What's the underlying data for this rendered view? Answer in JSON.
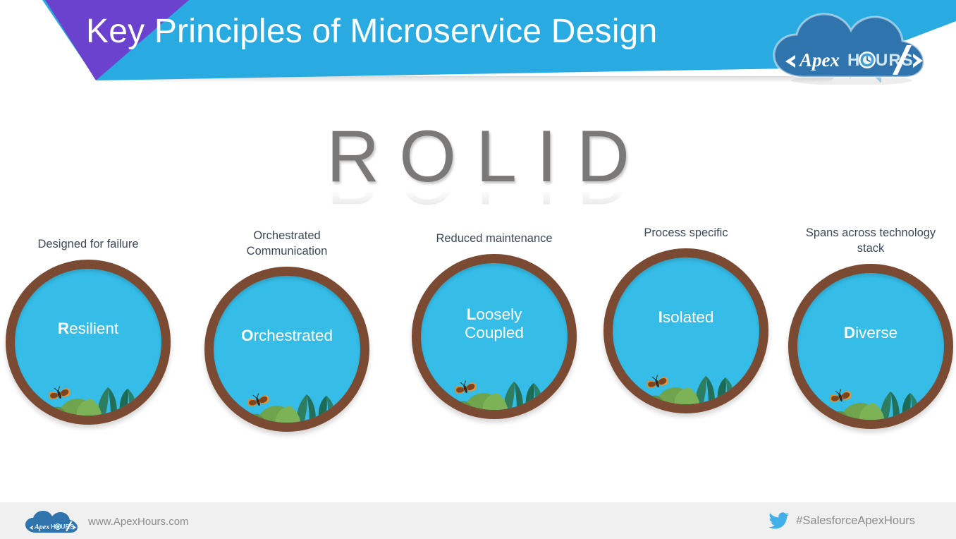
{
  "header": {
    "title": "Key Principles of Microservice Design",
    "logo_text": "<ApexHOURS/>",
    "logo_icon": "cloud-logo-icon",
    "banner_blue": "#29abe2",
    "banner_purple": "#6a42ce",
    "ray_light": "#c3e4f7",
    "ray_mid": "#a9d8ef"
  },
  "acronym": {
    "text": "ROLID",
    "color": "#7b7878"
  },
  "principles": [
    {
      "caption": "Designed for failure",
      "label_bold": "R",
      "label_rest": "esilient",
      "label_full": "Resilient"
    },
    {
      "caption": "Orchestrated\nCommunication",
      "label_bold": "O",
      "label_rest": "rchestrated",
      "label_full": "Orchestrated"
    },
    {
      "caption": "Reduced maintenance",
      "label_bold": "L",
      "label_rest": "oosely\nCoupled",
      "label_full": "Loosely Coupled"
    },
    {
      "caption": "Process specific",
      "label_bold": "I",
      "label_rest": "solated",
      "label_full": "Isolated"
    },
    {
      "caption": "Spans across technology\nstack",
      "label_bold": "D",
      "label_rest": "iverse",
      "label_full": "Diverse"
    }
  ],
  "circle_style": {
    "rim_color": "#7b4a32",
    "fill_color": "#35bde8",
    "caption_color": "#3c4858",
    "label_color": "#ffffff"
  },
  "footer": {
    "url": "www.ApexHours.com",
    "hashtag": "#SalesforceApexHours",
    "logo_icon": "cloud-logo-icon",
    "twitter_icon": "twitter-bird-icon",
    "background": "#f0f0f0",
    "text_color": "#8c8c8c"
  }
}
